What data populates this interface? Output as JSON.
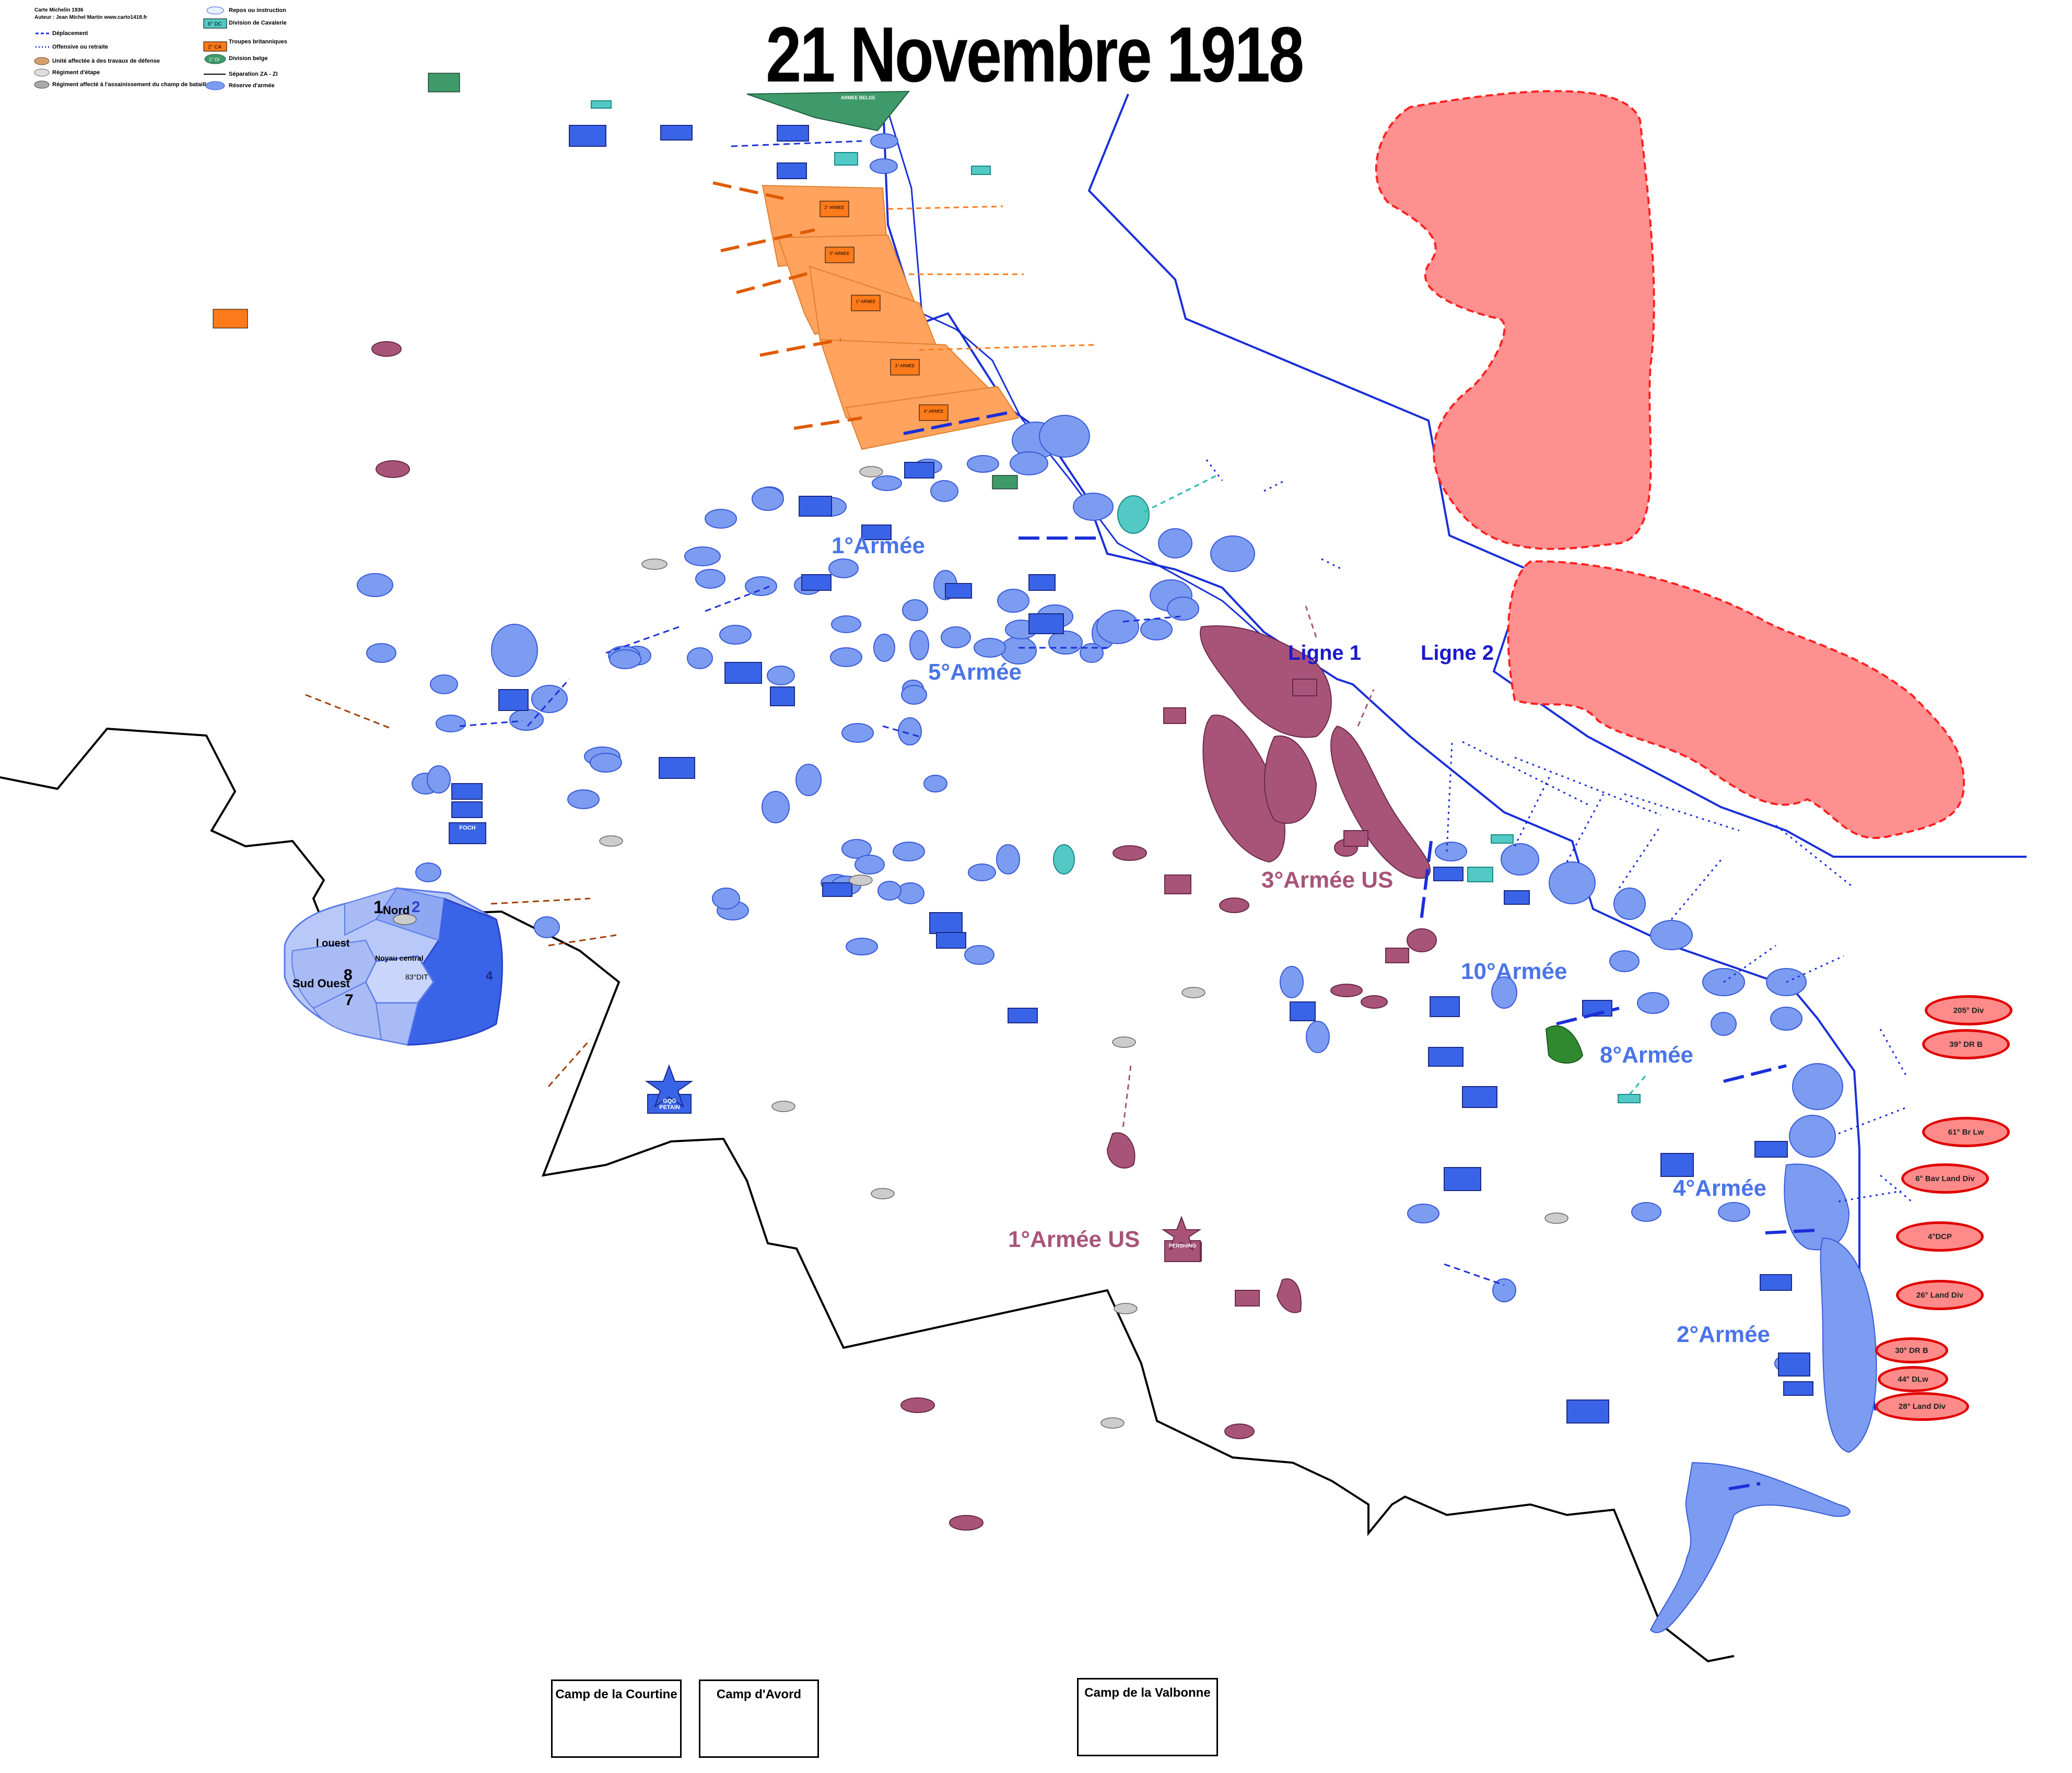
{
  "title": "21 Novembre 1918",
  "credits": {
    "line1": "Carte Michelin 1936",
    "line2": "Auteur : Jean Michel Martin   www.carto1418.fr"
  },
  "legend": {
    "items": [
      "Déplacement",
      "Offensive ou retraite",
      "Unité affectée à des travaux de défense",
      "Régiment d'étape",
      "Régiment affecté à l'assainissement du champ de bataille",
      "Repos ou instruction",
      "Division de Cavalerie",
      "Troupes britanniques",
      "Division belge",
      "Séparation ZA - ZI",
      "Réserve d'armée"
    ],
    "sample_labels": [
      "6° DC",
      "2° CA",
      "1° DI"
    ]
  },
  "armies": {
    "first": "1°Armée",
    "fifth": "5°Armée",
    "tenth": "10°Armée",
    "eighth": "8°Armée",
    "fourth": "4°Armée",
    "second": "2°Armée",
    "us_third": "3°Armée US",
    "us_first": "1°Armée US"
  },
  "lines": {
    "ligne1": "Ligne 1",
    "ligne2": "Ligne 2"
  },
  "paris_zones": {
    "nord": "Nord",
    "ouest": "l ouest",
    "sud_ouest": "Sud Ouest",
    "noyau": "Noyau central",
    "n1": "1",
    "n2": "2",
    "n7": "7",
    "n8": "8",
    "n4": "4",
    "div83": "83°DIT"
  },
  "german_divisions": [
    "205° Div",
    "39° DR B",
    "61° Br Lw",
    "6° Bav Land Div",
    "4°DCP",
    "26° Land Div",
    "30° DR B",
    "44° DLw",
    "28° Land Div"
  ],
  "camps": {
    "courtine": "Camp de la Courtine",
    "avord": "Camp d'Avord",
    "valbonne": "Camp de la Valbonne"
  },
  "hq": {
    "ggq": "GQG",
    "petain": "PETAIN",
    "foch": "FOCH",
    "pershing": "PERSHING",
    "british_army_labels": [
      "2° ARMEE",
      "5° ARMEE",
      "1° ARMEE",
      "3° ARMEE",
      "4° ARMEE"
    ],
    "belgian": "ARMEE BELGE"
  },
  "colors": {
    "french_unit": "#7b9cf0",
    "french_hq": "#3a64e8",
    "french_line": "#1a2fd9",
    "us_unit": "#a85478",
    "british": "#ffa35e",
    "belgian": "#3f9a6a",
    "cavalry": "#52c9c4",
    "german_zone": "#ff9090",
    "german_border": "#ff2020"
  }
}
